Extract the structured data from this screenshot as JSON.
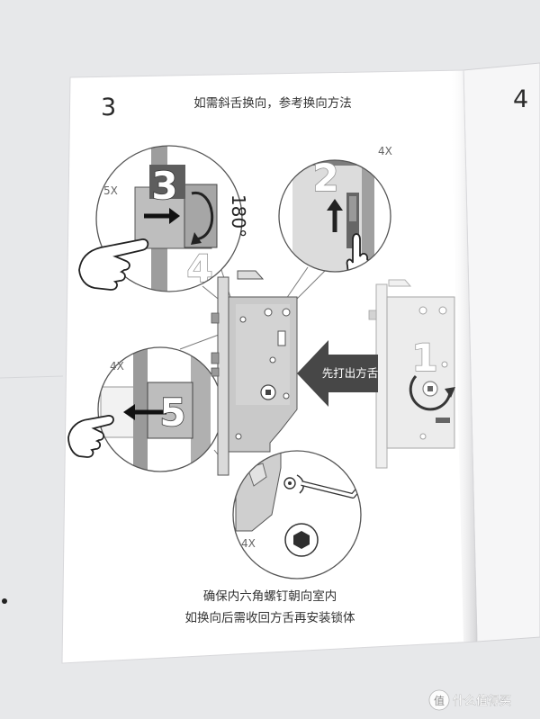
{
  "page": {
    "left_page_number": "3",
    "right_page_number": "4",
    "heading": "如需斜舌换向，参考换向方法",
    "note_line_1": "确保内六角螺钉朝向室内",
    "note_line_2": "如换向后需收回方舌再安装锁体"
  },
  "diagram": {
    "step_1": {
      "number": "1"
    },
    "step_2": {
      "number": "2",
      "scale": "4X"
    },
    "step_3": {
      "number": "3",
      "scale": "5X",
      "rotation": "180°"
    },
    "step_4": {
      "number": "4"
    },
    "step_5": {
      "number": "5",
      "scale": "4X"
    },
    "hex_detail": {
      "scale": "4X"
    },
    "arrow_label": "先打出方舌"
  },
  "watermark": {
    "logo": "值",
    "text": "什么值得买"
  },
  "colors": {
    "floor": "#e7e8ea",
    "paper": "#ffffff",
    "arrow": "#474747"
  }
}
